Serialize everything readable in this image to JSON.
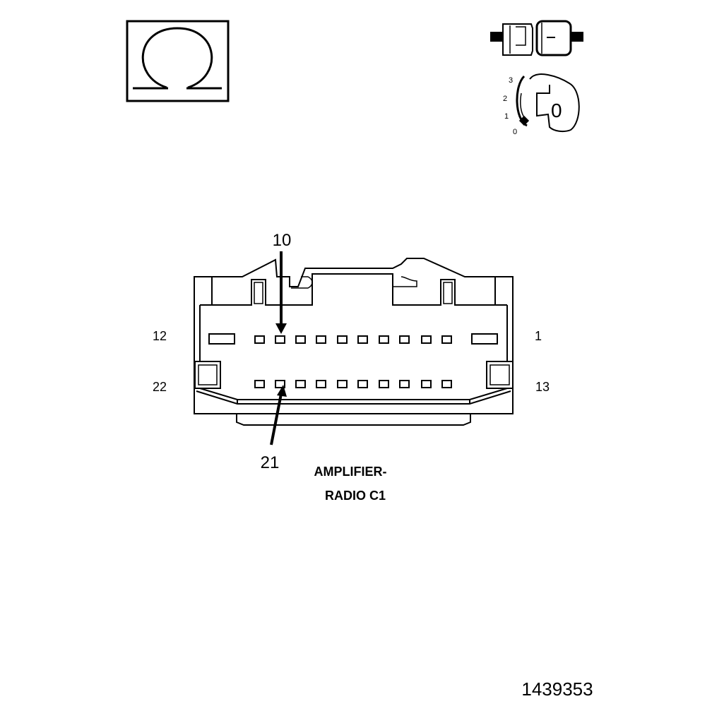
{
  "meter_symbol": "Ω",
  "key_switch": {
    "positions": [
      "3",
      "2",
      "1",
      "0"
    ],
    "key_label": "0"
  },
  "connector": {
    "pin_callout_top": "10",
    "pin_callout_bottom": "21",
    "row_labels": {
      "top_left": "12",
      "top_right": "1",
      "bottom_left": "22",
      "bottom_right": "13"
    },
    "caption_line1": "AMPLIFIER-",
    "caption_line2": "RADIO C1"
  },
  "figure_number": "1439353"
}
